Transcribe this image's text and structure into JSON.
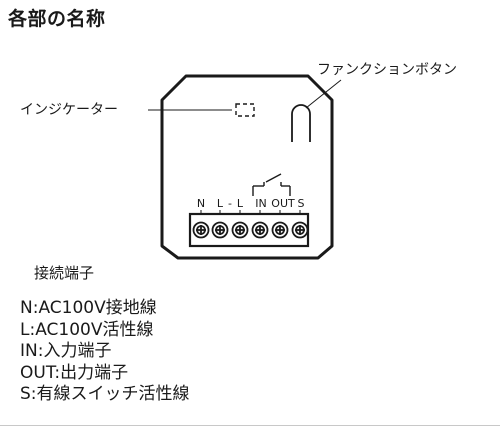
{
  "title": "各部の名称",
  "callouts": {
    "function_button": "ファンクションボタン",
    "indicator": "インジケーター"
  },
  "terminal_labels": [
    "N",
    "L",
    "-",
    "L",
    "IN",
    "OUT",
    "S"
  ],
  "terminal_heading": "接続端子",
  "legend": [
    "N:AC100V接地線",
    "L:AC100V活性線",
    "IN:入力端子",
    "OUT:出力端子",
    "S:有線スイッチ活性線"
  ]
}
